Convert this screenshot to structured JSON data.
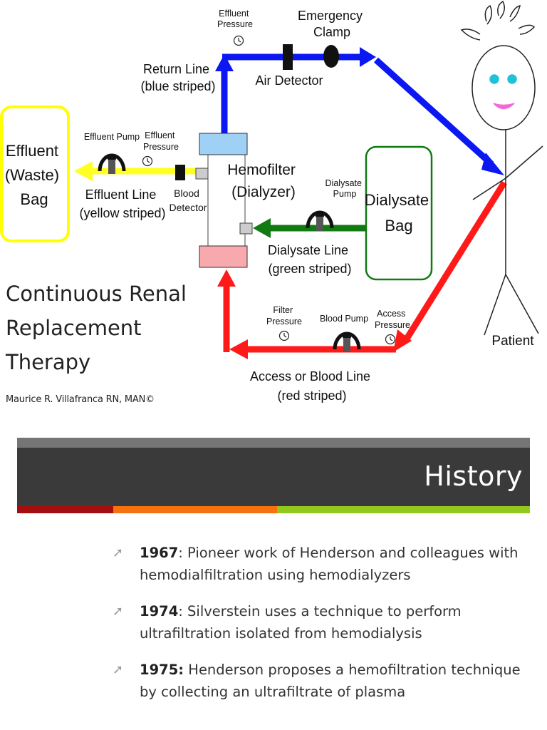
{
  "slide1": {
    "title_lines": [
      "Continuous Renal",
      "Replacement",
      "Therapy"
    ],
    "author": "Maurice R. Villafranca RN, MAN©",
    "diagram": {
      "effluent_pressure_top": [
        "Effluent",
        "Pressure"
      ],
      "emergency_clamp": [
        "Emergency",
        "Clamp"
      ],
      "return_line": [
        "Return Line",
        "(blue striped)"
      ],
      "air_detector": "Air Detector",
      "effluent_bag": [
        "Effluent",
        "(Waste)",
        "Bag"
      ],
      "effluent_pump": "Effluent Pump",
      "effluent_pressure_left": [
        "Effluent",
        "Pressure"
      ],
      "hemofilter": [
        "Hemofilter",
        "(Dialyzer)"
      ],
      "effluent_line": [
        "Effluent Line",
        "(yellow striped)"
      ],
      "blood_detector": [
        "Blood",
        "Detector"
      ],
      "dialysate_pump": [
        "Dialysate",
        "Pump"
      ],
      "dialysate_bag": [
        "Dialysate",
        "Bag"
      ],
      "dialysate_line": [
        "Dialysate Line",
        "(green striped)"
      ],
      "filter_pressure": [
        "Filter",
        "Pressure"
      ],
      "blood_pump": "Blood Pump",
      "access_pressure": [
        "Access",
        "Pressure"
      ],
      "patient": "Patient",
      "access_line": [
        "Access or Blood Line",
        "(red striped)"
      ]
    },
    "colors": {
      "blue_line": "#0b18f2",
      "red_line": "#ff1a1a",
      "green_line": "#117a11",
      "yellow_line": "#ffff22",
      "filter_top": "#9fd1f7",
      "filter_bottom": "#f7a9ad"
    }
  },
  "slide2": {
    "title": "History",
    "stripe_colors": [
      "#a50e0e",
      "#f7720f",
      "#93c81e"
    ],
    "bullets": [
      {
        "year": "1967",
        "text": ": Pioneer work of Henderson and colleagues with hemodialfiltration using hemodialyzers"
      },
      {
        "year": "1974",
        "text": ": Silverstein uses a technique to perform ultrafiltration isolated from hemodialysis"
      },
      {
        "year": "1975:",
        "text": " Henderson proposes a hemofiltration technique by collecting an ultrafiltrate of plasma"
      }
    ],
    "bullet_glyph": "➚"
  }
}
